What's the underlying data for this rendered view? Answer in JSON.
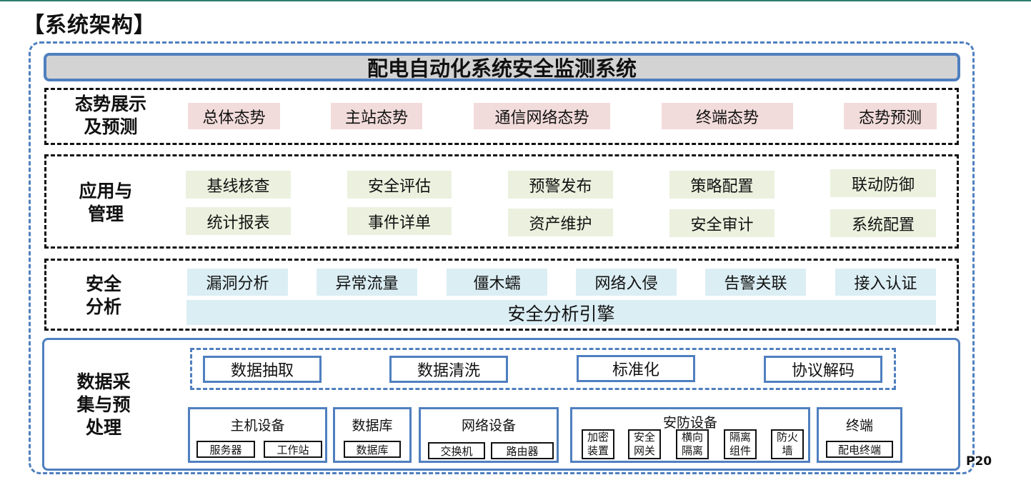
{
  "page": {
    "heading": "【系统架构】",
    "page_number": "P20"
  },
  "title": "配电自动化系统安全监测系统",
  "situation": {
    "label_line1": "态势展示",
    "label_line2": "及预测",
    "items": [
      "总体态势",
      "主站态势",
      "通信网络态势",
      "终端态势",
      "态势预测"
    ]
  },
  "application": {
    "label_line1": "应用与",
    "label_line2": "管理",
    "row1": [
      "基线核查",
      "安全评估",
      "预警发布",
      "策略配置",
      "联动防御"
    ],
    "row2": [
      "统计报表",
      "事件详单",
      "资产维护",
      "安全审计",
      "系统配置"
    ]
  },
  "analysis": {
    "label_line1": "安全",
    "label_line2": "分析",
    "items": [
      "漏洞分析",
      "异常流量",
      "僵木蠕",
      "网络入侵",
      "告警关联",
      "接入认证"
    ],
    "engine": "安全分析引擎"
  },
  "collection": {
    "label_line1": "数据采",
    "label_line2": "集与预",
    "label_line3": "处理",
    "process": [
      "数据抽取",
      "数据清洗",
      "标准化",
      "协议解码"
    ],
    "host": {
      "title": "主机设备",
      "items": [
        "服务器",
        "工作站"
      ]
    },
    "database": {
      "title": "数据库",
      "items": [
        "数据库"
      ]
    },
    "network": {
      "title": "网络设备",
      "items": [
        "交换机",
        "路由器"
      ]
    },
    "security": {
      "title": "安防设备",
      "items": [
        {
          "line1": "加密",
          "line2": "装置"
        },
        {
          "line1": "安全",
          "line2": "网关"
        },
        {
          "line1": "横向",
          "line2": "隔离"
        },
        {
          "line1": "隔离",
          "line2": "组件"
        },
        {
          "line1": "防火",
          "line2": "墙"
        }
      ]
    },
    "terminal": {
      "title": "终端",
      "items": [
        "配电终端"
      ]
    }
  }
}
